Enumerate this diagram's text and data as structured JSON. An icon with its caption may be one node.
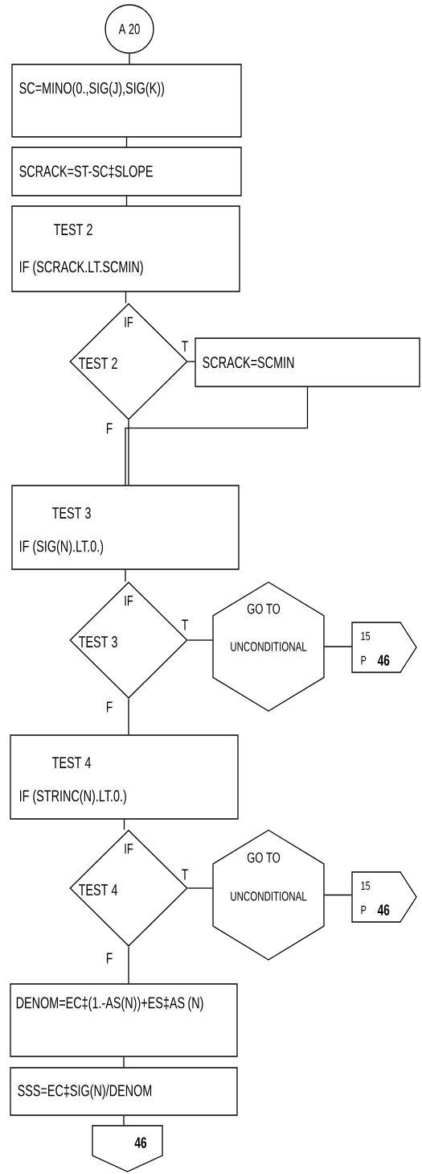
{
  "diagram": {
    "nodes": [
      {
        "text": [
          "A 20"
        ]
      },
      {
        "text": [
          "SC=MINO(0.,SIG(J),SIG(K))"
        ]
      },
      {
        "text": [
          "SCRACK=ST-SC‡SLOPE"
        ]
      },
      {
        "text": [
          "TEST 2",
          "IF (SCRACK.LT.SCMIN)"
        ]
      },
      {
        "text": [
          "IF",
          "TEST 2"
        ]
      },
      {
        "text": [
          "SCRACK=SCMIN"
        ]
      },
      {
        "text": [
          "TEST 3",
          "IF (SIG(N).LT.0.)"
        ]
      },
      {
        "text": [
          "IF",
          "TEST 3"
        ]
      },
      {
        "text": [
          "GO TO",
          "UNCONDITIONAL"
        ]
      },
      {
        "text": [
          "15",
          "P",
          "46"
        ]
      },
      {
        "text": [
          "TEST 4",
          "IF (STRINC(N).LT.0.)"
        ]
      },
      {
        "text": [
          "IF",
          "TEST 4"
        ]
      },
      {
        "text": [
          "GO TO",
          "UNCONDITIONAL"
        ]
      },
      {
        "text": [
          "15",
          "P",
          "46"
        ]
      },
      {
        "text": [
          "DENOM=EC‡(1.-AS(N))+ES‡AS (N)"
        ]
      },
      {
        "text": [
          "SSS=EC‡SIG(N)/DENOM"
        ]
      },
      {
        "text": [
          "46"
        ]
      }
    ],
    "edges": [
      {
        "from": 0,
        "to": 1,
        "arrow": "none"
      },
      {
        "from": 1,
        "to": 2,
        "arrow": "none"
      },
      {
        "from": 2,
        "to": 3,
        "arrow": "none"
      },
      {
        "from": 3,
        "to": 4,
        "arrow": "none"
      },
      {
        "from": 4,
        "to": 5,
        "arrow": "none",
        "label": "T"
      },
      {
        "from": 4,
        "to": 6,
        "arrow": "none",
        "label": "F"
      },
      {
        "from": 5,
        "to": 6,
        "arrow": "none"
      },
      {
        "from": 6,
        "to": 7,
        "arrow": "none"
      },
      {
        "from": 7,
        "to": 8,
        "arrow": "none",
        "label": "T"
      },
      {
        "from": 8,
        "to": 9,
        "arrow": "none"
      },
      {
        "from": 7,
        "to": 10,
        "arrow": "none",
        "label": "F"
      },
      {
        "from": 10,
        "to": 11,
        "arrow": "none"
      },
      {
        "from": 11,
        "to": 12,
        "arrow": "none",
        "label": "T"
      },
      {
        "from": 12,
        "to": 13,
        "arrow": "none"
      },
      {
        "from": 11,
        "to": 14,
        "arrow": "none",
        "label": "F"
      },
      {
        "from": 14,
        "to": 15,
        "arrow": "none"
      },
      {
        "from": 15,
        "to": 16,
        "arrow": "none"
      }
    ]
  }
}
